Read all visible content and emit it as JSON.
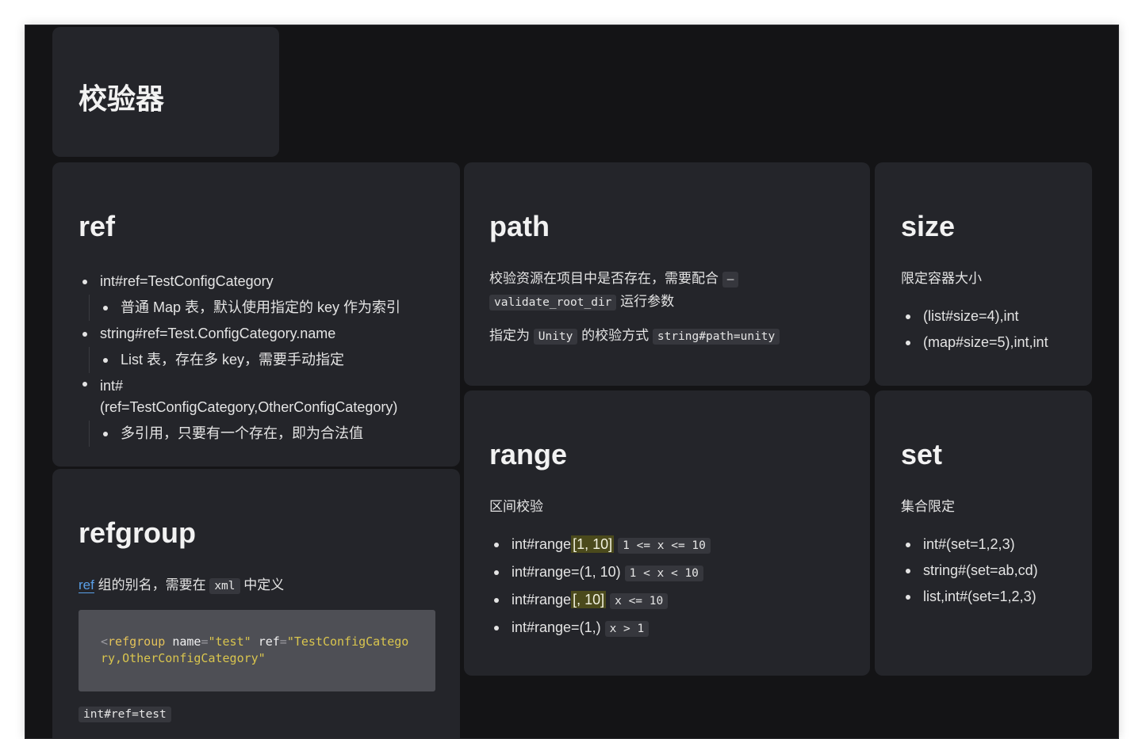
{
  "page": {
    "title": "校验器"
  },
  "ref": {
    "title": "ref",
    "items": [
      {
        "text": "int#ref=TestConfigCategory",
        "sub": "普通 Map 表，默认使用指定的 key 作为索引"
      },
      {
        "text": "string#ref=Test.ConfigCategory.name",
        "sub": "List 表，存在多 key，需要手动指定"
      },
      {
        "text_line1": "int#",
        "text_line2": "(ref=TestConfigCategory,OtherConfigCategory)",
        "sub": "多引用，只要有一个存在，即为合法值"
      }
    ]
  },
  "refgroup": {
    "title": "refgroup",
    "desc_link": "ref",
    "desc_mid": "组的别名，需要在",
    "desc_code": "xml",
    "desc_end": "中定义",
    "codeblock": {
      "open": "<",
      "tag": "refgroup",
      "attr1": "name",
      "eq": "=",
      "val1": "\"test\"",
      "attr2": "ref",
      "val2": "\"TestConfigCategory,OtherConfigCategory\""
    },
    "example": "int#ref=test"
  },
  "path": {
    "title": "path",
    "line1_text": "校验资源在项目中是否存在，需要配合",
    "line1_code_a": "–",
    "line1_code_b": "validate_root_dir",
    "line1_end": "运行参数",
    "line2_a": "指定为",
    "line2_code_a": "Unity",
    "line2_b": "的校验方式",
    "line2_code_b": "string#path=unity"
  },
  "size": {
    "title": "size",
    "desc": "限定容器大小",
    "items": [
      "(list#size=4),int",
      "(map#size=5),int,int"
    ]
  },
  "range": {
    "title": "range",
    "desc": "区间校验",
    "items": [
      {
        "pre": "int#range",
        "hl": "[1, 10]",
        "post": "",
        "code": "1 <= x <= 10"
      },
      {
        "pre": "int#range=(1, 10)",
        "hl": "",
        "post": "",
        "code": "1 < x < 10"
      },
      {
        "pre": "int#range",
        "hl": "[, 10]",
        "post": "",
        "code": "x <= 10"
      },
      {
        "pre": "int#range=(1,)",
        "hl": "",
        "post": "",
        "code": "x > 1"
      }
    ]
  },
  "set": {
    "title": "set",
    "desc": "集合限定",
    "items": [
      "int#(set=1,2,3)",
      "string#(set=ab,cd)",
      "list,int#(set=1,2,3)"
    ]
  }
}
